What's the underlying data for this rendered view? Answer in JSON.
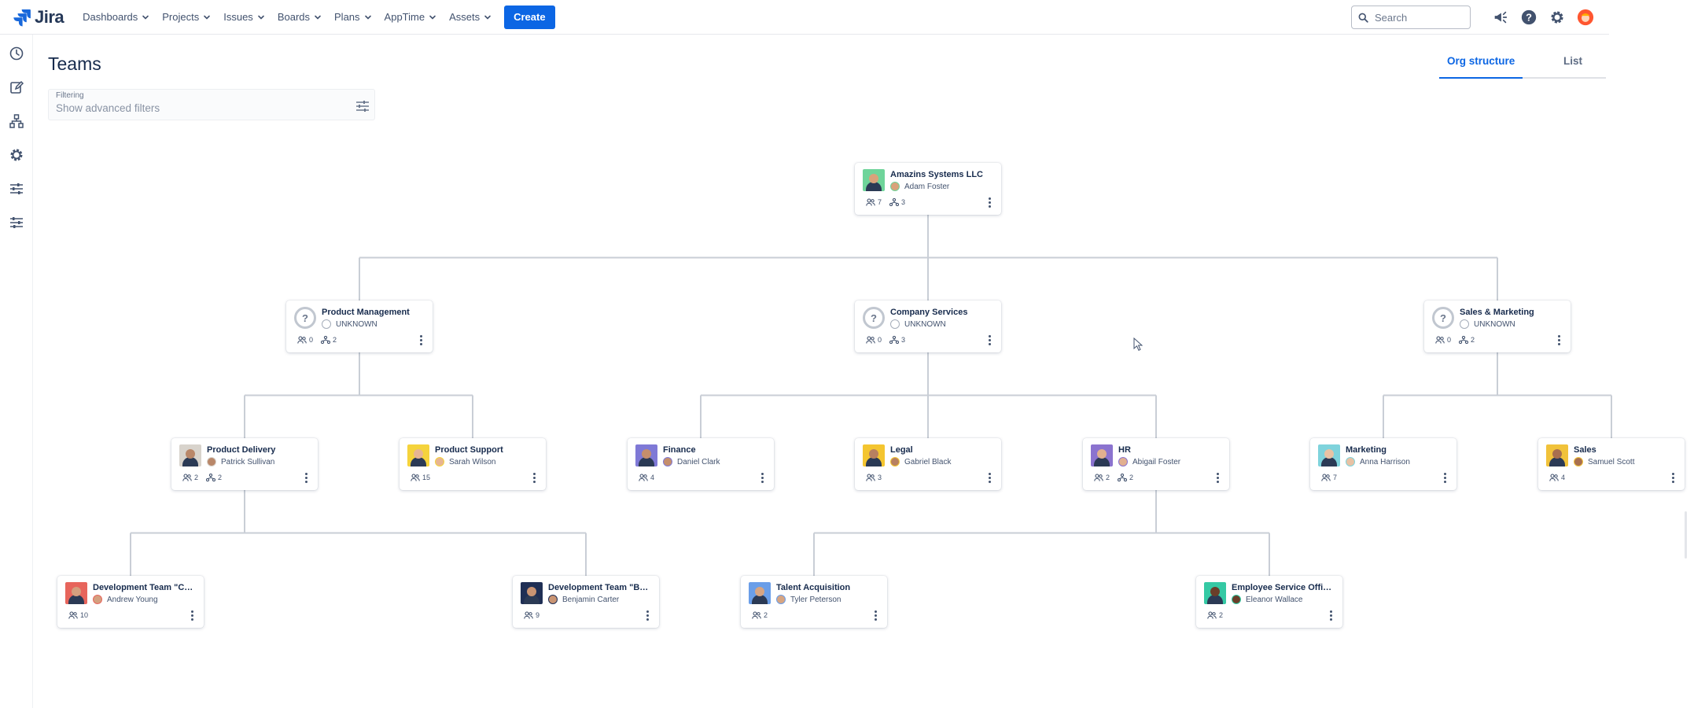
{
  "app": {
    "logo_text": "Jira"
  },
  "nav": [
    {
      "label": "Dashboards"
    },
    {
      "label": "Projects"
    },
    {
      "label": "Issues"
    },
    {
      "label": "Boards"
    },
    {
      "label": "Plans"
    },
    {
      "label": "AppTime"
    },
    {
      "label": "Assets"
    }
  ],
  "create_label": "Create",
  "search": {
    "placeholder": "Search"
  },
  "top_icons": [
    "megaphone-icon",
    "help-icon",
    "settings-icon",
    "profile-avatar"
  ],
  "sidebar_icons": [
    "clock-icon",
    "edit-icon",
    "hierarchy-icon",
    "gear-icon",
    "sliders-icon",
    "sliders-icon"
  ],
  "page": {
    "title": "Teams",
    "filter_label": "Filtering",
    "filter_value": "Show advanced filters"
  },
  "view_tabs": [
    {
      "label": "Org structure",
      "active": true
    },
    {
      "label": "List",
      "active": false
    }
  ],
  "colors": {
    "accent": "#0c66e4",
    "connector": "#c9ced6"
  },
  "teams": [
    {
      "id": "root",
      "name": "Amazins Systems LLC",
      "lead": "Adam Foster",
      "members": "7",
      "subteams": "3",
      "avatar": "#6fd49a",
      "skin": "#d9a27a",
      "unknown": false
    },
    {
      "id": "pm",
      "name": "Product Management",
      "lead": "UNKNOWN",
      "members": "0",
      "subteams": "2",
      "unknown": true
    },
    {
      "id": "cs",
      "name": "Company Services",
      "lead": "UNKNOWN",
      "members": "0",
      "subteams": "3",
      "unknown": true
    },
    {
      "id": "sm",
      "name": "Sales & Marketing",
      "lead": "UNKNOWN",
      "members": "0",
      "subteams": "2",
      "unknown": true
    },
    {
      "id": "pd",
      "name": "Product Delivery",
      "lead": "Patrick Sullivan",
      "members": "2",
      "subteams": "2",
      "avatar": "#d8d3cc",
      "skin": "#b98769",
      "unknown": false
    },
    {
      "id": "ps",
      "name": "Product Support",
      "lead": "Sarah Wilson",
      "members": "15",
      "subteams": null,
      "avatar": "#f5d33c",
      "skin": "#e7b592",
      "unknown": false
    },
    {
      "id": "fin",
      "name": "Finance",
      "lead": "Daniel Clark",
      "members": "4",
      "subteams": null,
      "avatar": "#7f79d6",
      "skin": "#c58e6c",
      "unknown": false
    },
    {
      "id": "legal",
      "name": "Legal",
      "lead": "Gabriel Black",
      "members": "3",
      "subteams": null,
      "avatar": "#f4c530",
      "skin": "#b88060",
      "unknown": false
    },
    {
      "id": "hr",
      "name": "HR",
      "lead": "Abigail Foster",
      "members": "2",
      "subteams": "2",
      "avatar": "#8b73cf",
      "skin": "#e2b08f",
      "unknown": false
    },
    {
      "id": "mkt",
      "name": "Marketing",
      "lead": "Anna Harrison",
      "members": "7",
      "subteams": null,
      "avatar": "#7fd3dc",
      "skin": "#e8c2a4",
      "unknown": false
    },
    {
      "id": "sales",
      "name": "Sales",
      "lead": "Samuel Scott",
      "members": "4",
      "subteams": null,
      "avatar": "#f1c23a",
      "skin": "#a86f4f",
      "unknown": false
    },
    {
      "id": "dev1",
      "name": "Development Team \"Cherr...",
      "lead": "Andrew Young",
      "members": "10",
      "subteams": null,
      "avatar": "#e7655c",
      "skin": "#d4a07f",
      "unknown": false
    },
    {
      "id": "dev2",
      "name": "Development Team \"Berri...",
      "lead": "Benjamin Carter",
      "members": "9",
      "subteams": null,
      "avatar": "#1f2f55",
      "skin": "#c99473",
      "unknown": false
    },
    {
      "id": "ta",
      "name": "Talent Acquisition",
      "lead": "Tyler Peterson",
      "members": "2",
      "subteams": null,
      "avatar": "#6a9ee8",
      "skin": "#d7a582",
      "unknown": false
    },
    {
      "id": "eso",
      "name": "Employee Service Office",
      "lead": "Eleanor Wallace",
      "members": "2",
      "subteams": null,
      "avatar": "#35c9a4",
      "skin": "#6a3e2a",
      "unknown": false
    }
  ]
}
